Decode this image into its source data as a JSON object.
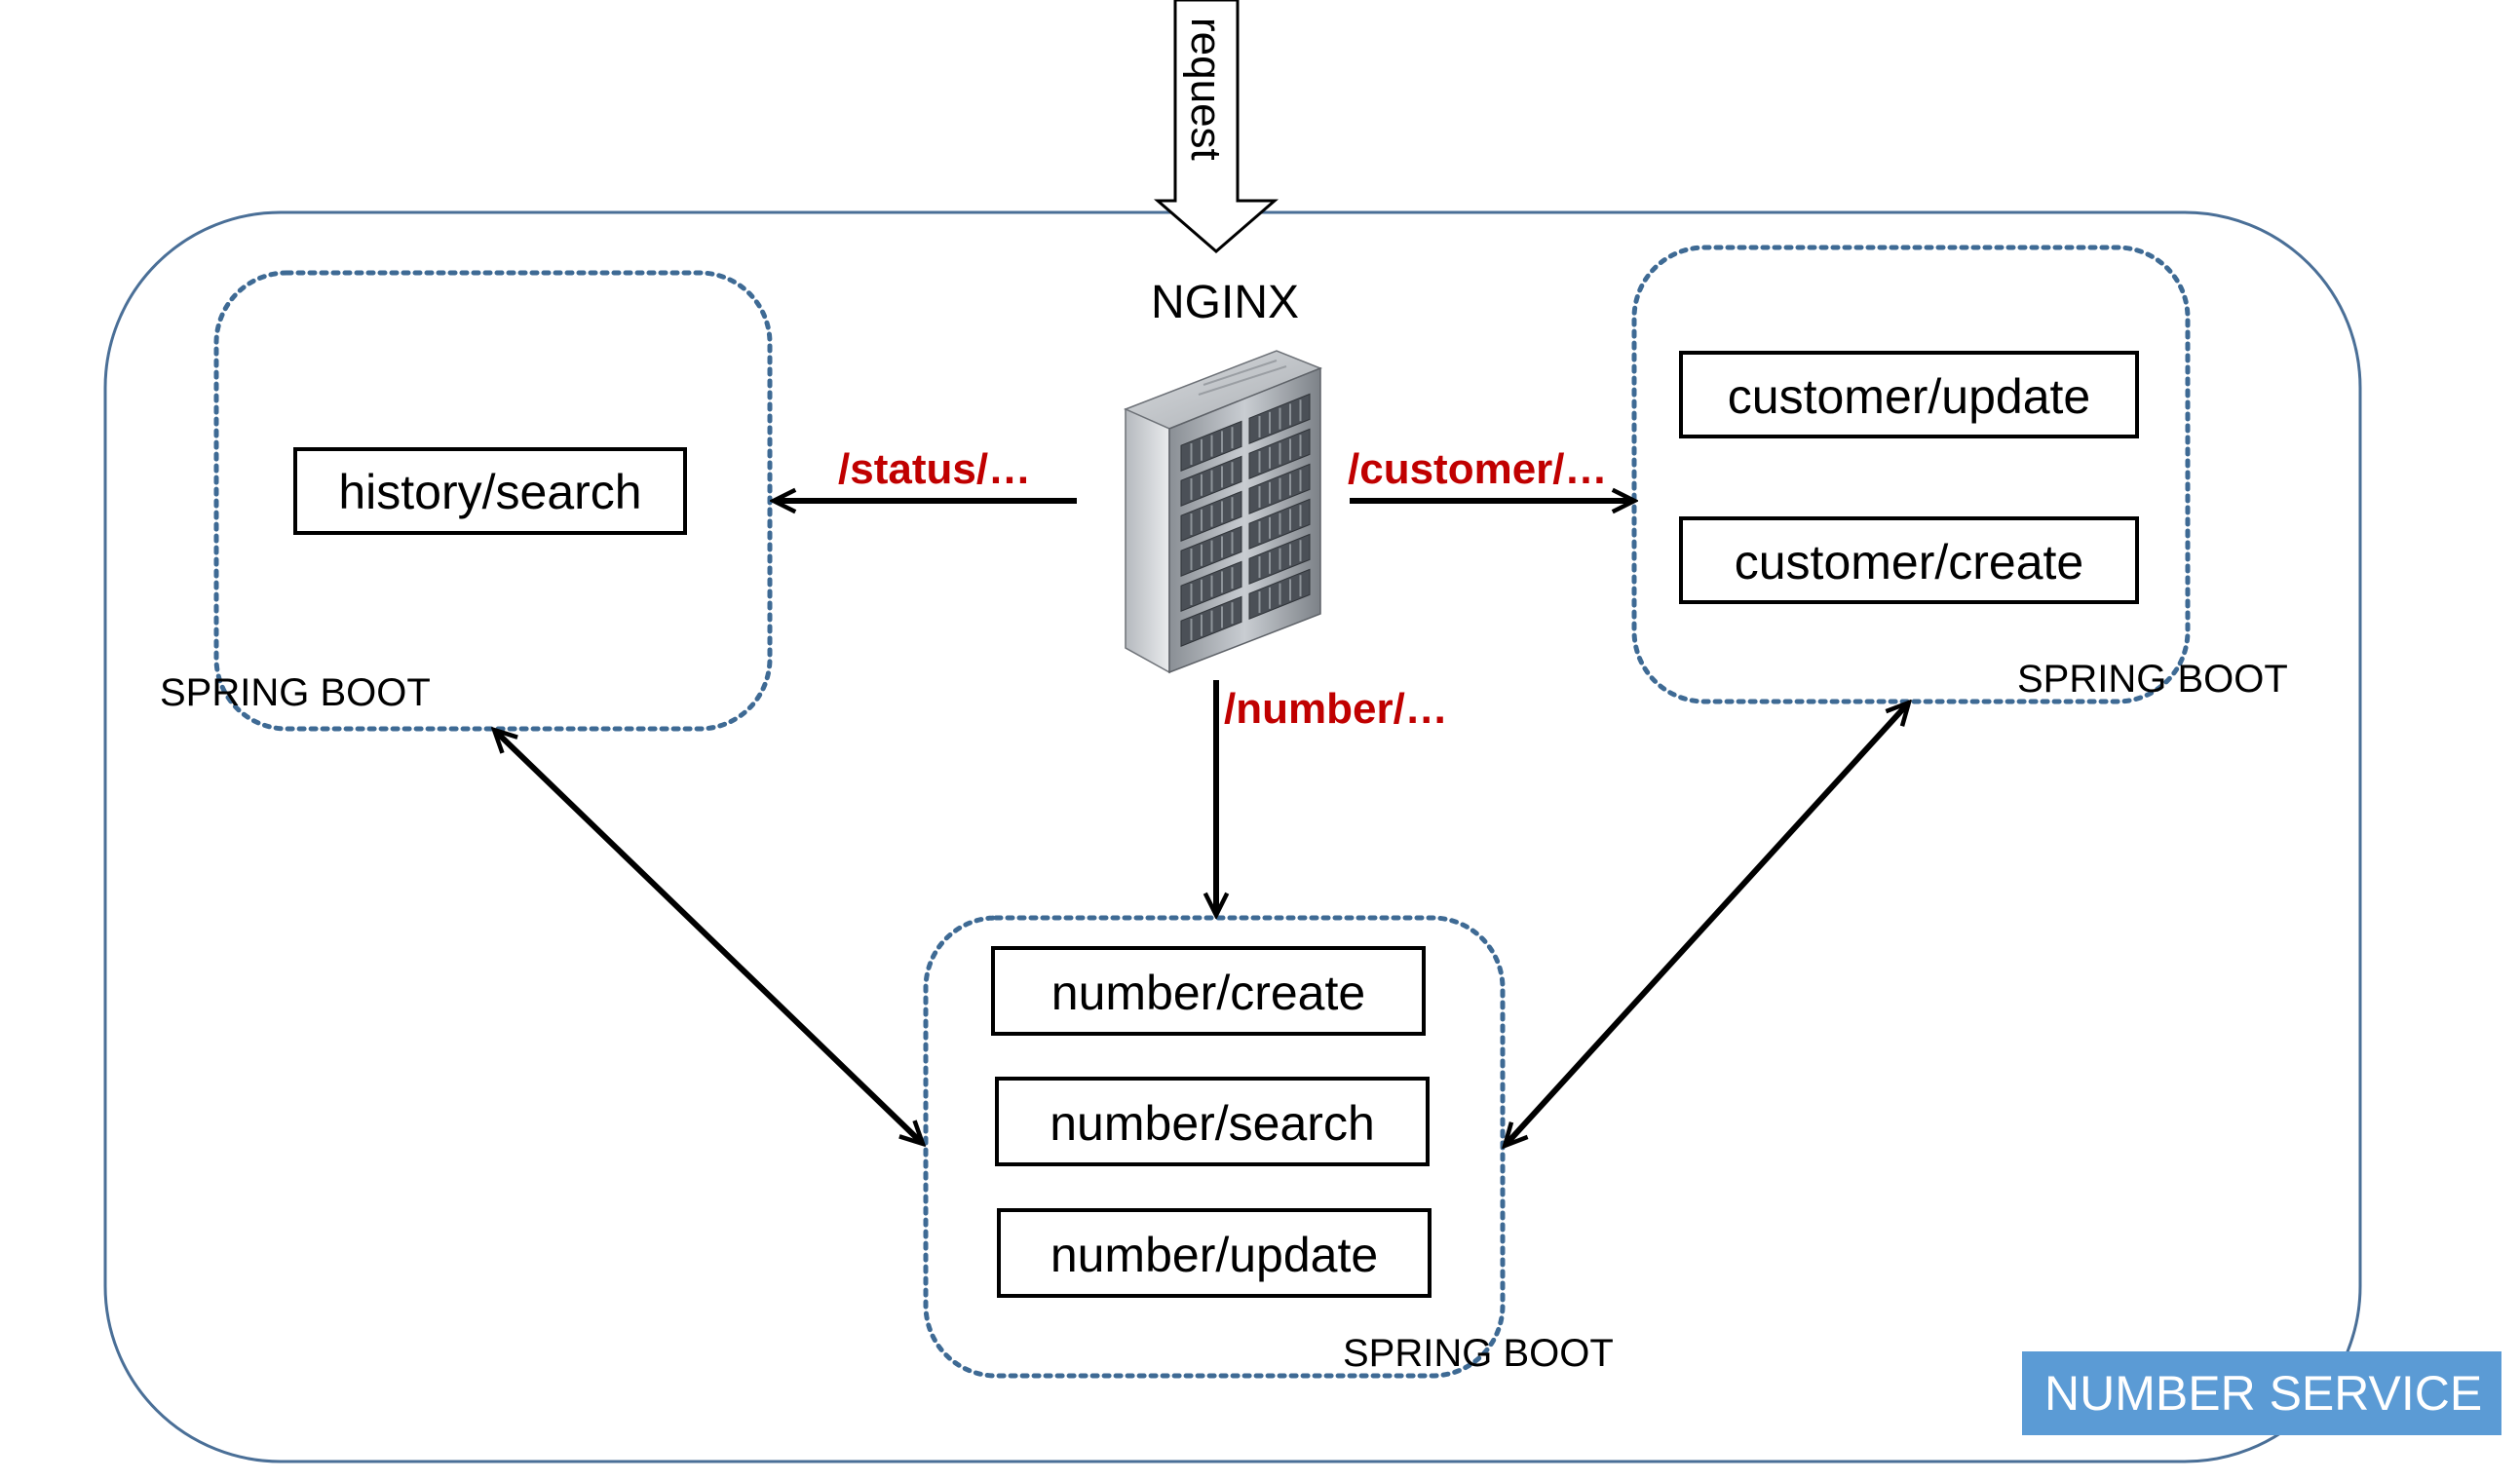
{
  "colors": {
    "outer_border": "#4a6f97",
    "service_border": "#3e6a94",
    "route_label": "#c00000",
    "badge_bg": "#5b9bd5",
    "badge_text": "#ffffff",
    "arrow": "#000000"
  },
  "request_label": "request",
  "gateway": {
    "label": "NGINX",
    "icon": "server-rack-icon"
  },
  "routes": {
    "status": "/status/…",
    "customer": "/customer/…",
    "number": "/number/…"
  },
  "services": {
    "history": {
      "label": "SPRING BOOT",
      "endpoints": [
        "history/search"
      ]
    },
    "customer": {
      "label": "SPRING BOOT",
      "endpoints": [
        "customer/update",
        "customer/create"
      ]
    },
    "number": {
      "label": "SPRING BOOT",
      "endpoints": [
        "number/create",
        "number/search",
        "number/update"
      ]
    }
  },
  "system_badge": "NUMBER SERVICE"
}
